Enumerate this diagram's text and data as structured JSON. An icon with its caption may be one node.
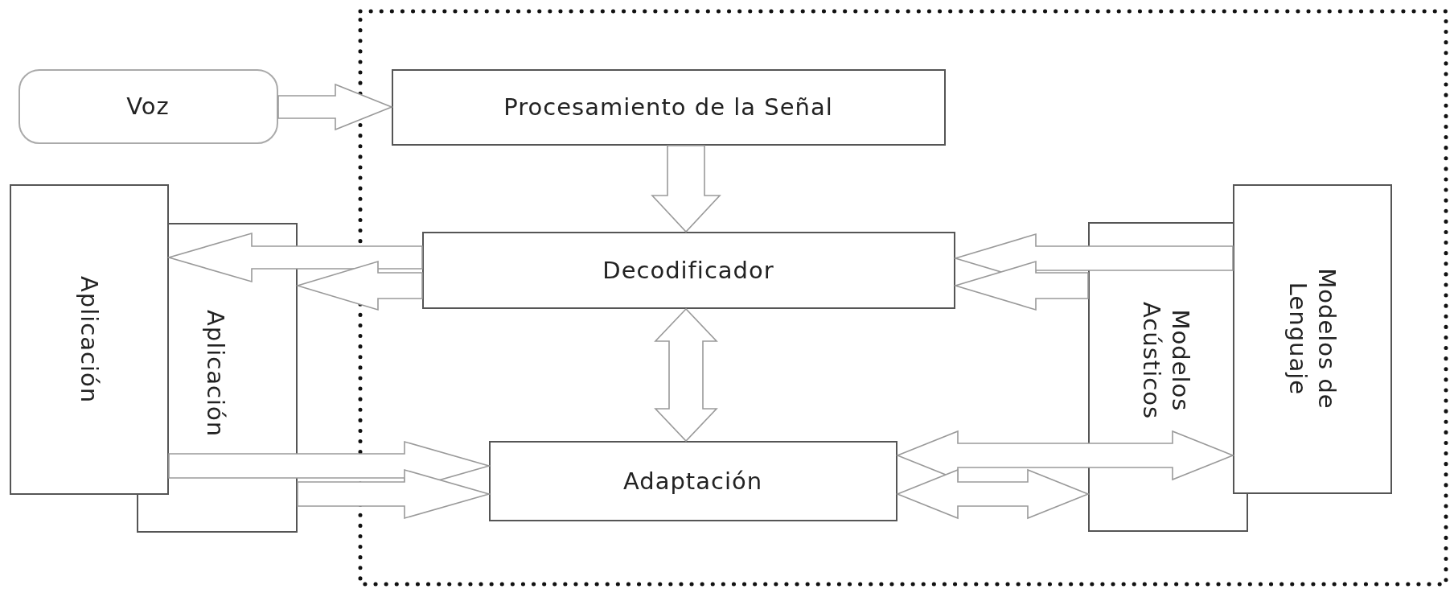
{
  "diagram": {
    "nodes": [
      {
        "text": [
          "Voz"
        ]
      },
      {
        "text": [
          "Procesamiento de la Señal"
        ]
      },
      {
        "text": [
          "Aplicación"
        ]
      },
      {
        "text": [
          "Aplicación"
        ]
      },
      {
        "text": [
          "Decodificador"
        ]
      },
      {
        "text": [
          "Modelos Acústicos"
        ]
      },
      {
        "text": [
          "Modelos de Lenguaje"
        ]
      },
      {
        "text": [
          "Adaptación"
        ]
      }
    ],
    "edges": [
      {
        "from": 0,
        "to": 1,
        "arrow": "to"
      },
      {
        "from": 1,
        "to": 4,
        "arrow": "to"
      },
      {
        "from": 4,
        "to": 7,
        "arrow": "both"
      },
      {
        "from": 4,
        "to": 2,
        "arrow": "to"
      },
      {
        "from": 4,
        "to": 3,
        "arrow": "to"
      },
      {
        "from": 6,
        "to": 4,
        "arrow": "to"
      },
      {
        "from": 5,
        "to": 4,
        "arrow": "to"
      },
      {
        "from": 2,
        "to": 7,
        "arrow": "to"
      },
      {
        "from": 3,
        "to": 7,
        "arrow": "to"
      },
      {
        "from": 7,
        "to": 6,
        "arrow": "both"
      },
      {
        "from": 7,
        "to": 5,
        "arrow": "both"
      }
    ]
  }
}
